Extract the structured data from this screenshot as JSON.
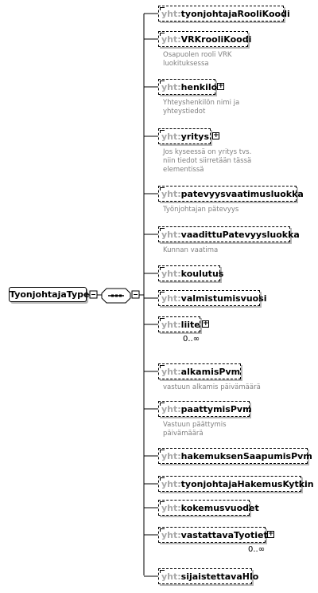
{
  "root": {
    "name": "TyonjohtajaType"
  },
  "namespace_prefix": "yht:",
  "elements": [
    {
      "name": "tyonjohtajaRooliKoodi",
      "doc": "",
      "cardinality": "",
      "expandable": false
    },
    {
      "name": "VRKrooliKoodi",
      "doc": "Osapuolen rooli VRK\nluokituksessa",
      "cardinality": "",
      "expandable": false
    },
    {
      "name": "henkilo",
      "doc": "Yhteyshenkilön nimi ja\nyhteystiedot",
      "cardinality": "",
      "expandable": true
    },
    {
      "name": "yritys",
      "doc": "Jos kyseessä on yritys tvs.\nniin tiedot siirretään tässä\nelementissä",
      "cardinality": "",
      "expandable": true
    },
    {
      "name": "patevyysvaatimusluokka",
      "doc": "Työnjohtajan pätevyys",
      "cardinality": "",
      "expandable": false
    },
    {
      "name": "vaadittuPatevyysluokka",
      "doc": "Kunnan vaatima",
      "cardinality": "",
      "expandable": false
    },
    {
      "name": "koulutus",
      "doc": "",
      "cardinality": "",
      "expandable": false
    },
    {
      "name": "valmistumisvuosi",
      "doc": "",
      "cardinality": "",
      "expandable": false
    },
    {
      "name": "liite",
      "doc": "",
      "cardinality": "0..∞",
      "expandable": true
    },
    {
      "name": "alkamisPvm",
      "doc": "vastuun alkamis päivämäärä",
      "cardinality": "",
      "expandable": false
    },
    {
      "name": "paattymisPvm",
      "doc": "Vastuun päättymis\npäivämäärä",
      "cardinality": "",
      "expandable": false
    },
    {
      "name": "hakemuksenSaapumisPvm",
      "doc": "",
      "cardinality": "",
      "expandable": false
    },
    {
      "name": "tyonjohtajaHakemusKytkin",
      "doc": "",
      "cardinality": "",
      "expandable": false
    },
    {
      "name": "kokemusvuodet",
      "doc": "",
      "cardinality": "",
      "expandable": false
    },
    {
      "name": "vastattavaTyotieto",
      "doc": "",
      "cardinality": "0..∞",
      "expandable": true
    },
    {
      "name": "sijaistettavaHlo",
      "doc": "",
      "cardinality": "",
      "expandable": false
    }
  ]
}
